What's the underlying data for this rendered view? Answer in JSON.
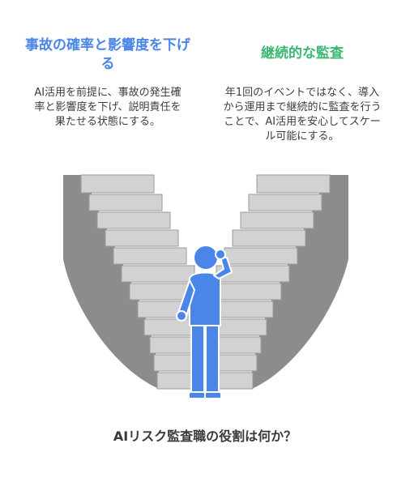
{
  "left": {
    "heading": "事故の確率と影響度を下げる",
    "description": "AI活用を前提に、事故の発生確率と影響度を下げ、説明責任を果たせる状態にする。"
  },
  "right": {
    "heading": "継続的な監査",
    "description": "年1回のイベントではなく、導入から運用まで継続的に監査を行うことで、AI活用を安心してスケール可能にする。"
  },
  "question": "AIリスク監査職の役割は何か？",
  "colors": {
    "left_heading": "#4a86e8",
    "right_heading": "#3bb873",
    "person": "#4a86e8",
    "stairs_dark": "#8c8c8c",
    "stairs_light": "#d2d2d2"
  }
}
